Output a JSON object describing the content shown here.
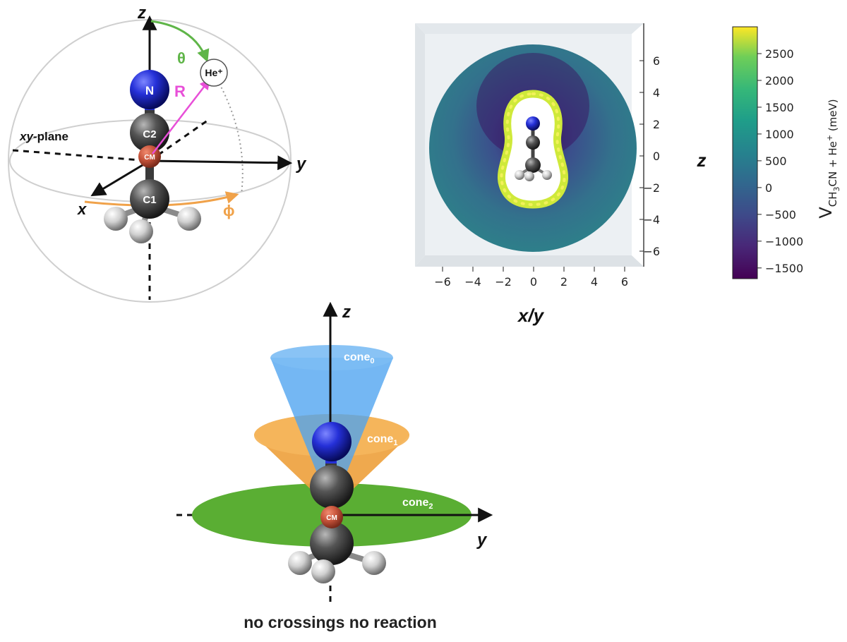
{
  "panel_a": {
    "axis_z": "z",
    "axis_y": "y",
    "axis_x": "x",
    "theta": "θ",
    "phi": "ϕ",
    "r": "R",
    "he": "He⁺",
    "plane_italic": "xy",
    "plane_rest": "-plane",
    "atom_n": "N",
    "atom_c2": "C2",
    "atom_cm": "CM",
    "atom_c1": "C1",
    "colors": {
      "theta": "#5fb548",
      "phi": "#f0a24a",
      "r": "#e84fd8",
      "nitrogen": "#1a23c9",
      "carbon": "#4a4a4a",
      "cm": "#c8553c"
    }
  },
  "panel_b": {
    "xlabel": "x/y",
    "ylabel": "z",
    "xticks": [
      "−6",
      "−4",
      "−2",
      "0",
      "2",
      "4",
      "6"
    ],
    "yticks": [
      "6",
      "4",
      "2",
      "0",
      "−2",
      "−4",
      "−6"
    ],
    "colorbar": {
      "label_v": "V",
      "label_sub1": "CH",
      "label_sub2": "3",
      "label_sub3": "CN + He",
      "label_sup": "+",
      "label_unit": " (meV)",
      "ticks": [
        "2500",
        "2000",
        "1500",
        "1000",
        "500",
        "0",
        "−500",
        "−1000",
        "−1500"
      ],
      "range": [
        -1700,
        3000
      ],
      "colormap": "viridis"
    }
  },
  "panel_c": {
    "axis_z": "z",
    "axis_y": "y",
    "cone0_base": "cone",
    "cone0_sub": "0",
    "cone1_base": "cone",
    "cone1_sub": "1",
    "cone2_base": "cone",
    "cone2_sub": "2",
    "atom_cm": "CM",
    "caption": "no crossings no reaction",
    "colors": {
      "cone0": "#4da3ef",
      "cone1": "#eea23f",
      "cone2": "#5aae33"
    }
  }
}
